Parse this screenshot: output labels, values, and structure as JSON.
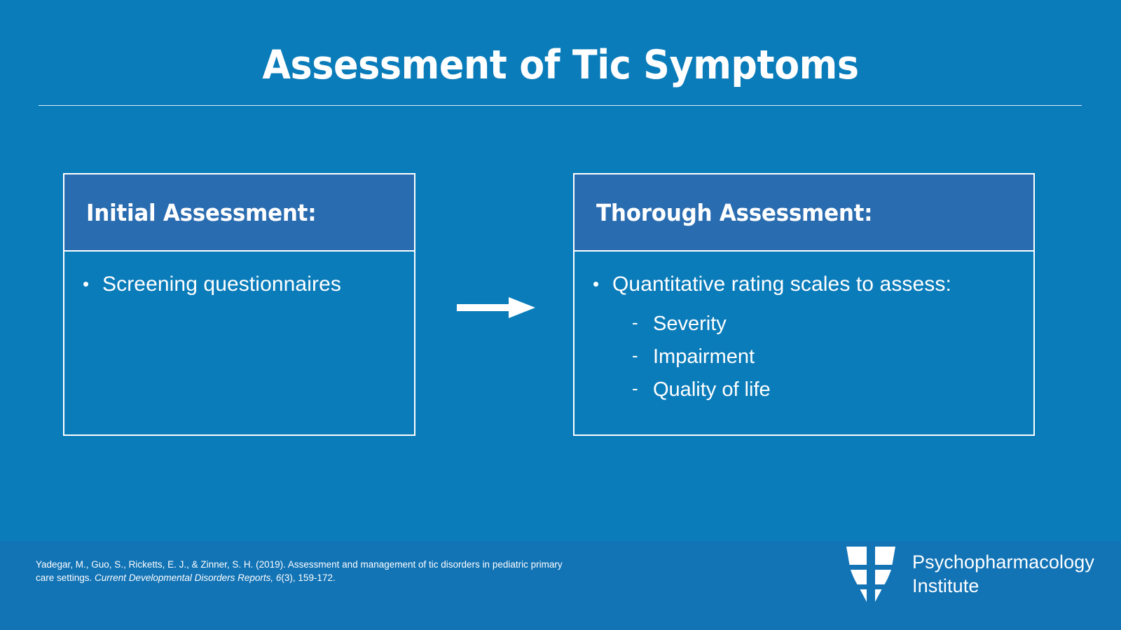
{
  "slide": {
    "title": "Assessment of Tic Symptoms",
    "background_color": "#0b7cba",
    "header_color": "#2a6cb0",
    "footer_color": "#1273b5",
    "accent_color": "#ffffff"
  },
  "flow": {
    "arrow_label": "leads to",
    "left_box": {
      "header": "Initial Assessment:",
      "bullets": [
        {
          "marker": "•",
          "text": "Screening questionnaires"
        }
      ]
    },
    "right_box": {
      "header": "Thorough Assessment:",
      "bullets": [
        {
          "marker": "•",
          "text": "Quantitative rating scales to assess:"
        }
      ],
      "sub_bullets": [
        {
          "marker": "-",
          "text": "Severity"
        },
        {
          "marker": "-",
          "text": "Impairment"
        },
        {
          "marker": "-",
          "text": "Quality of life"
        }
      ]
    }
  },
  "footer": {
    "citation": {
      "line1_plain": "Yadegar, M., Guo, S., Ricketts, E. J., & Zinner, S. H. (2019). Assessment and management of tic disorders",
      "line2_plain_a": "in pediatric primary care settings. ",
      "line2_italic": "Current Developmental Disorders Reports, 6",
      "line2_plain_b": "(3), 159-172."
    },
    "logo": {
      "name_line1": "Psychopharmacology",
      "name_line2": "Institute"
    }
  }
}
